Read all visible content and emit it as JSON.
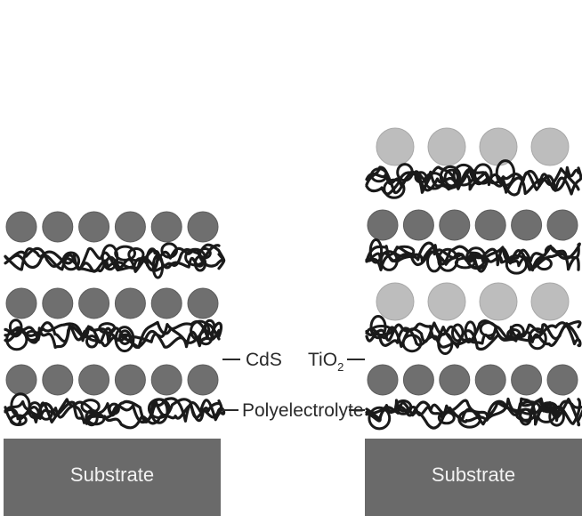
{
  "left_stack": {
    "substrate_label": "Substrate",
    "layers": [
      {
        "particle": "CdS",
        "count": 6
      },
      {
        "particle": "CdS",
        "count": 6
      },
      {
        "particle": "CdS",
        "count": 6
      }
    ]
  },
  "right_stack": {
    "substrate_label": "Substrate",
    "layers": [
      {
        "particle": "TiO2",
        "count": 4
      },
      {
        "particle": "CdS",
        "count": 6
      },
      {
        "particle": "TiO2",
        "count": 4
      },
      {
        "particle": "CdS",
        "count": 6
      }
    ]
  },
  "labels": {
    "cds": "CdS",
    "tio2_main": "TiO",
    "tio2_sub": "2",
    "polyelectrolyte": "Polyelectrolyte"
  },
  "colors": {
    "cds_particle": "#6f6f6f",
    "tio2_particle": "#bdbdbd",
    "substrate": "#6a6a6a",
    "polymer": "#1a1a1a"
  }
}
